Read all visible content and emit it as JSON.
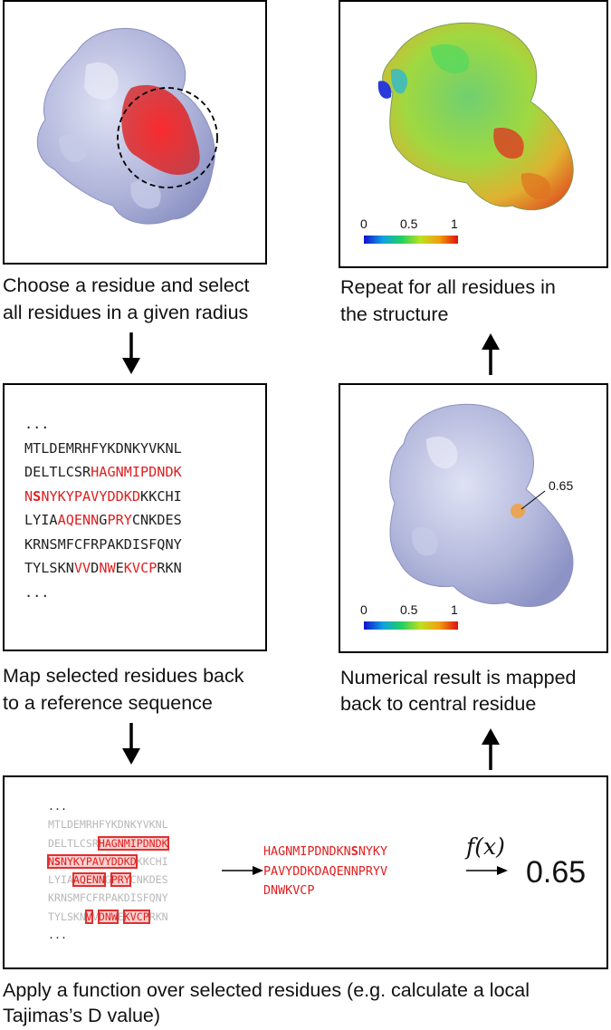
{
  "captions": {
    "step1_line1": "Choose a residue and select",
    "step1_line2": "all residues in a given radius",
    "step2_line1": "Map selected residues back",
    "step2_line2": "to a reference sequence",
    "step3_line1": "Apply a function over selected residues (e.g. calculate a local",
    "step3_line2": "Tajimas’s D value)",
    "step4_line1": "Numerical result is mapped",
    "step4_line2": "back to central residue",
    "step5_line1": "Repeat for all residues in",
    "step5_line2": "the structure"
  },
  "colorbar": {
    "min": "0",
    "mid": "0.5",
    "max": "1"
  },
  "residue_value_label": "0.65",
  "function_label": "f(x)",
  "result_value": "0.65",
  "ellipsis": "...",
  "sequence_lines": [
    "MTLDEMRHFYKDNKYVKNL",
    "DELTLCSRHAGNMIPDNDK",
    "NSNYKYPAVYDDKDKKCHI",
    "LYIAAQENNGPRYCNKDES",
    "KRNSMFCFRPAKDISFQNY",
    "TYLSKNVVDNWEKVCPRKN"
  ],
  "extracted_sequence": [
    "HAGNMIPDNDKNSNYKY",
    "PAVYDDKDAQENNPRYV",
    "DNWKVCP"
  ],
  "colors": {
    "highlight": "#e02020",
    "protein": "#a8aed6",
    "outline": "#000000"
  }
}
